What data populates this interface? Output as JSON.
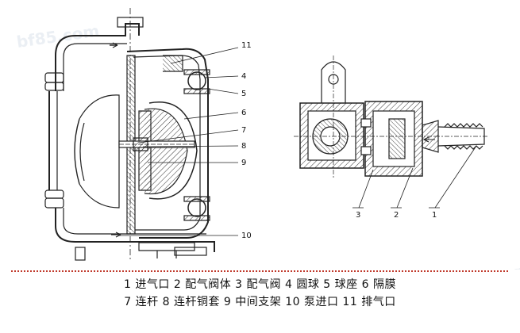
{
  "watermarks": [
    "bf85.com",
    "bf85.com"
  ],
  "callouts_left": [
    "11",
    "4",
    "5",
    "6",
    "7",
    "8",
    "9",
    "10"
  ],
  "callouts_right": [
    "3",
    "2",
    "1"
  ],
  "legend": {
    "line1": "1 进气口 2 配气阀体 3 配气阀 4 圆球 5 球座 6 隔膜",
    "line2": "7 连杆 8 连杆铜套 9 中间支架 10 泵进口 11 排气口"
  }
}
